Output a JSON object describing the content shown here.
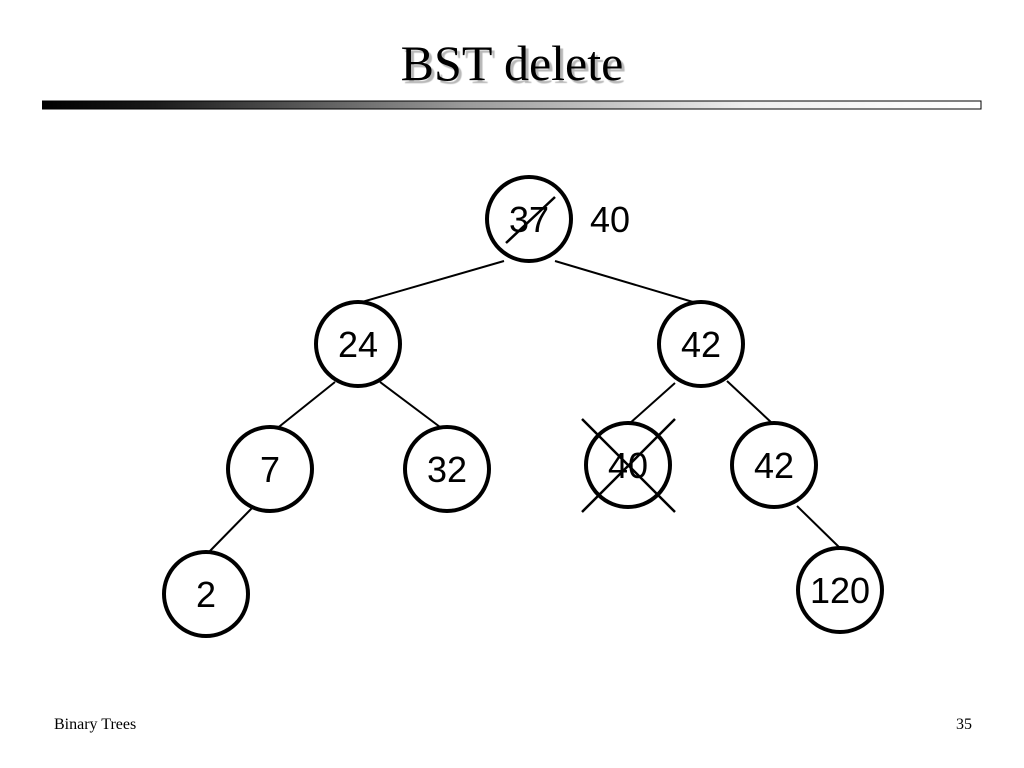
{
  "slide": {
    "title": "BST delete",
    "footer_left": "Binary Trees",
    "page_number": "35"
  },
  "tree": {
    "replacement_label": "40",
    "nodes": {
      "root": {
        "value": "37",
        "status": "deleted"
      },
      "n24": {
        "value": "24"
      },
      "n42": {
        "value": "42"
      },
      "n7": {
        "value": "7"
      },
      "n32": {
        "value": "32"
      },
      "n40": {
        "value": "40",
        "status": "removed"
      },
      "n42b": {
        "value": "42"
      },
      "n2": {
        "value": "2"
      },
      "n120": {
        "value": "120"
      }
    },
    "edges": [
      [
        "root",
        "n24"
      ],
      [
        "root",
        "n42"
      ],
      [
        "n24",
        "n7"
      ],
      [
        "n24",
        "n32"
      ],
      [
        "n42",
        "n40"
      ],
      [
        "n42",
        "n42b"
      ],
      [
        "n7",
        "n2"
      ],
      [
        "n42b",
        "n120"
      ]
    ]
  },
  "colors": {
    "stroke": "#000000",
    "fill": "#ffffff",
    "title_shadow": "#b8b8b8"
  }
}
